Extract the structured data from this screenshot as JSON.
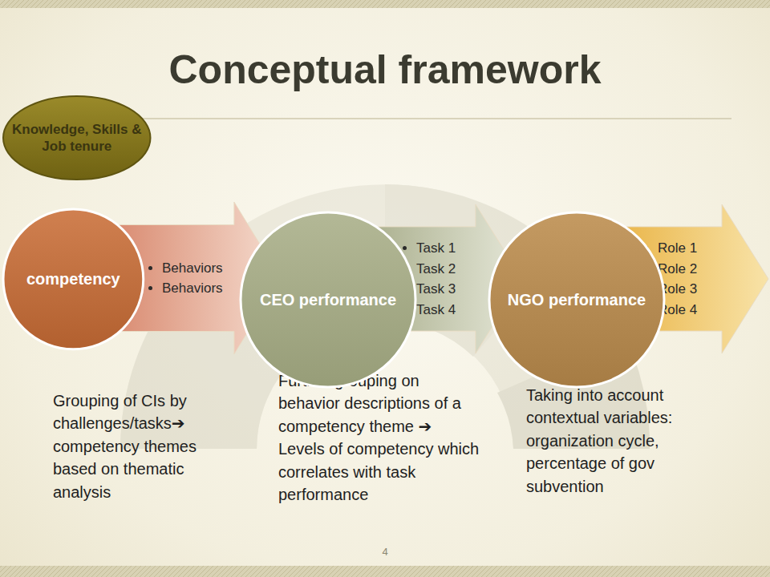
{
  "diagram": {
    "title": "Conceptual framework",
    "nodes": [
      {
        "text": [
          "Knowledge, Skills & Job tenure"
        ]
      },
      {
        "text": [
          "competency"
        ]
      },
      {
        "text": [
          "Behaviors",
          "Behaviors"
        ]
      },
      {
        "text": [
          "CEO performance"
        ]
      },
      {
        "text": [
          "Task 1",
          "Task 2",
          "Task 3",
          "Task 4"
        ]
      },
      {
        "text": [
          "NGO performance"
        ]
      },
      {
        "text": [
          "Role 1",
          "Role 2",
          "Role 3",
          "Role 4"
        ]
      }
    ],
    "labels": [
      "Grouping of CIs by challenges/tasks➔ competency themes based on thematic analysis",
      "Further grouping on behavior descriptions of a competency theme ➔ Levels of competency which correlates with task performance",
      "Taking into account contextual variables: organization cycle, percentage of gov subvention",
      "4"
    ]
  }
}
